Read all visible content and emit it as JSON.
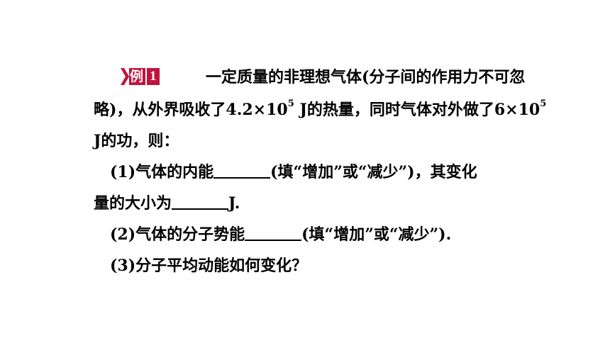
{
  "badge": {
    "word": "例",
    "number": "1",
    "color": "#c0143c"
  },
  "lines": {
    "l1": "一定质量的非理想气体(分子间的作用力不可忽",
    "l2a": "略)，从外界吸收了4.2×10",
    "l2exp1": "5",
    "l2b": " J的热量，同时气体对外做了6×10",
    "l2exp2": "5",
    "l3": "J的功，则：",
    "l4a": "(1)气体的内能",
    "l4b": "(填“增加”或“减少”)，其变化",
    "l5a": "量的大小为",
    "l5b": "J.",
    "l6a": "(2)气体的分子势能",
    "l6b": "(填“增加”或“减少”).",
    "l7": "(3)分子平均动能如何变化？"
  }
}
